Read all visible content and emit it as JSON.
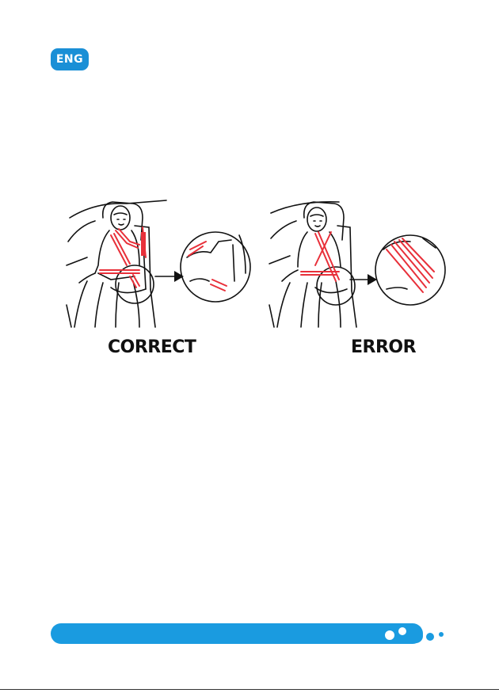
{
  "header": {
    "language_badge": "ENG"
  },
  "figures": [
    {
      "caption": "CORRECT",
      "status": "correct"
    },
    {
      "caption": "ERROR",
      "status": "error"
    }
  ],
  "colors": {
    "accent": "#1a9be0",
    "belt": "#e8303a",
    "line": "#111111"
  },
  "icons": {
    "footer_logo": "bubbles-logo-icon"
  }
}
